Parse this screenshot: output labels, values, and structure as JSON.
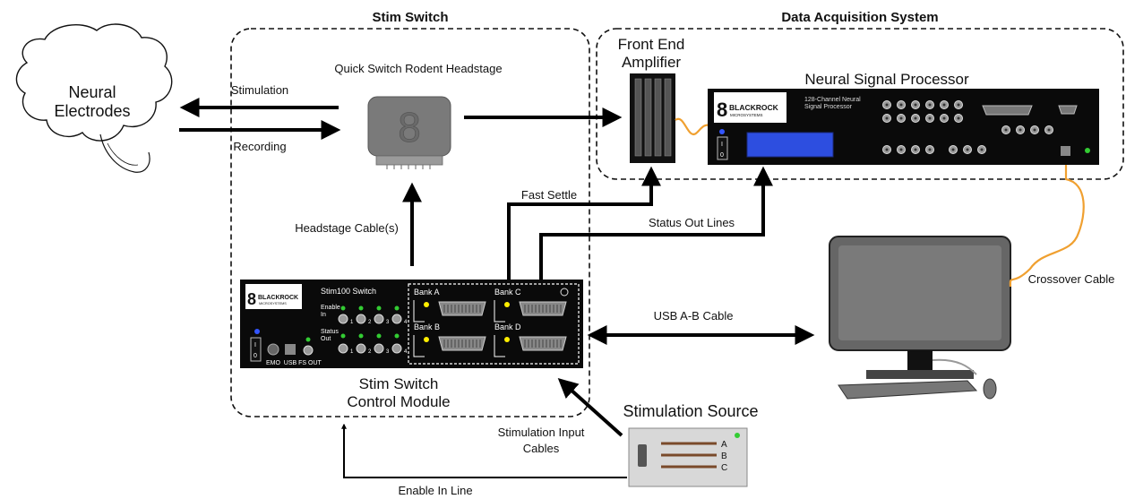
{
  "groups": {
    "stim_switch": "Stim Switch",
    "daq": "Data Acquisition System"
  },
  "components": {
    "neural_electrodes_line1": "Neural",
    "neural_electrodes_line2": "Electrodes",
    "headstage": "Quick Switch Rodent Headstage",
    "front_end_line1": "Front End",
    "front_end_line2": "Amplifier",
    "nsp": "Neural Signal Processor",
    "control_module_line1": "Stim Switch",
    "control_module_line2": "Control Module",
    "stim_source": "Stimulation Source"
  },
  "connections": {
    "stimulation": "Stimulation",
    "recording": "Recording",
    "headstage_cable": "Headstage Cable(s)",
    "fast_settle": "Fast Settle",
    "status_out": "Status Out Lines",
    "usb": "USB A-B Cable",
    "crossover": "Crossover Cable",
    "stim_input_line1": "Stimulation Input",
    "stim_input_line2": "Cables",
    "enable_in": "Enable In Line"
  },
  "nsp_panel": {
    "brand": "BLACKROCK",
    "brand_sub": "MICROSYSTEMS",
    "desc_line1": "128-Channel Neural",
    "desc_line2": "Signal Processor",
    "switch_on": "I",
    "switch_off": "0"
  },
  "stim100_panel": {
    "brand": "BLACKROCK",
    "brand_sub": "MICROSYSTEMS",
    "model": "Stim100 Switch",
    "enable_in_line1": "Enable",
    "enable_in_line2": "In",
    "status_out_line1": "Status",
    "status_out_line2": "Out",
    "ports": [
      "1",
      "2",
      "3",
      "4"
    ],
    "emo": "EMO",
    "usb": "USB",
    "fs_out": "FS OUT",
    "bank_a": "Bank A",
    "bank_b": "Bank B",
    "bank_c": "Bank C",
    "bank_d": "Bank D",
    "switch_on": "I",
    "switch_off": "0"
  },
  "stim_source_panel": {
    "ch_a": "A",
    "ch_b": "B",
    "ch_c": "C"
  },
  "colors": {
    "cable_orange": "#f0a030",
    "led_green": "#33cc33",
    "led_yellow": "#ffee00",
    "led_blue": "#3355ff",
    "lcd_blue": "#2d4ee0"
  }
}
